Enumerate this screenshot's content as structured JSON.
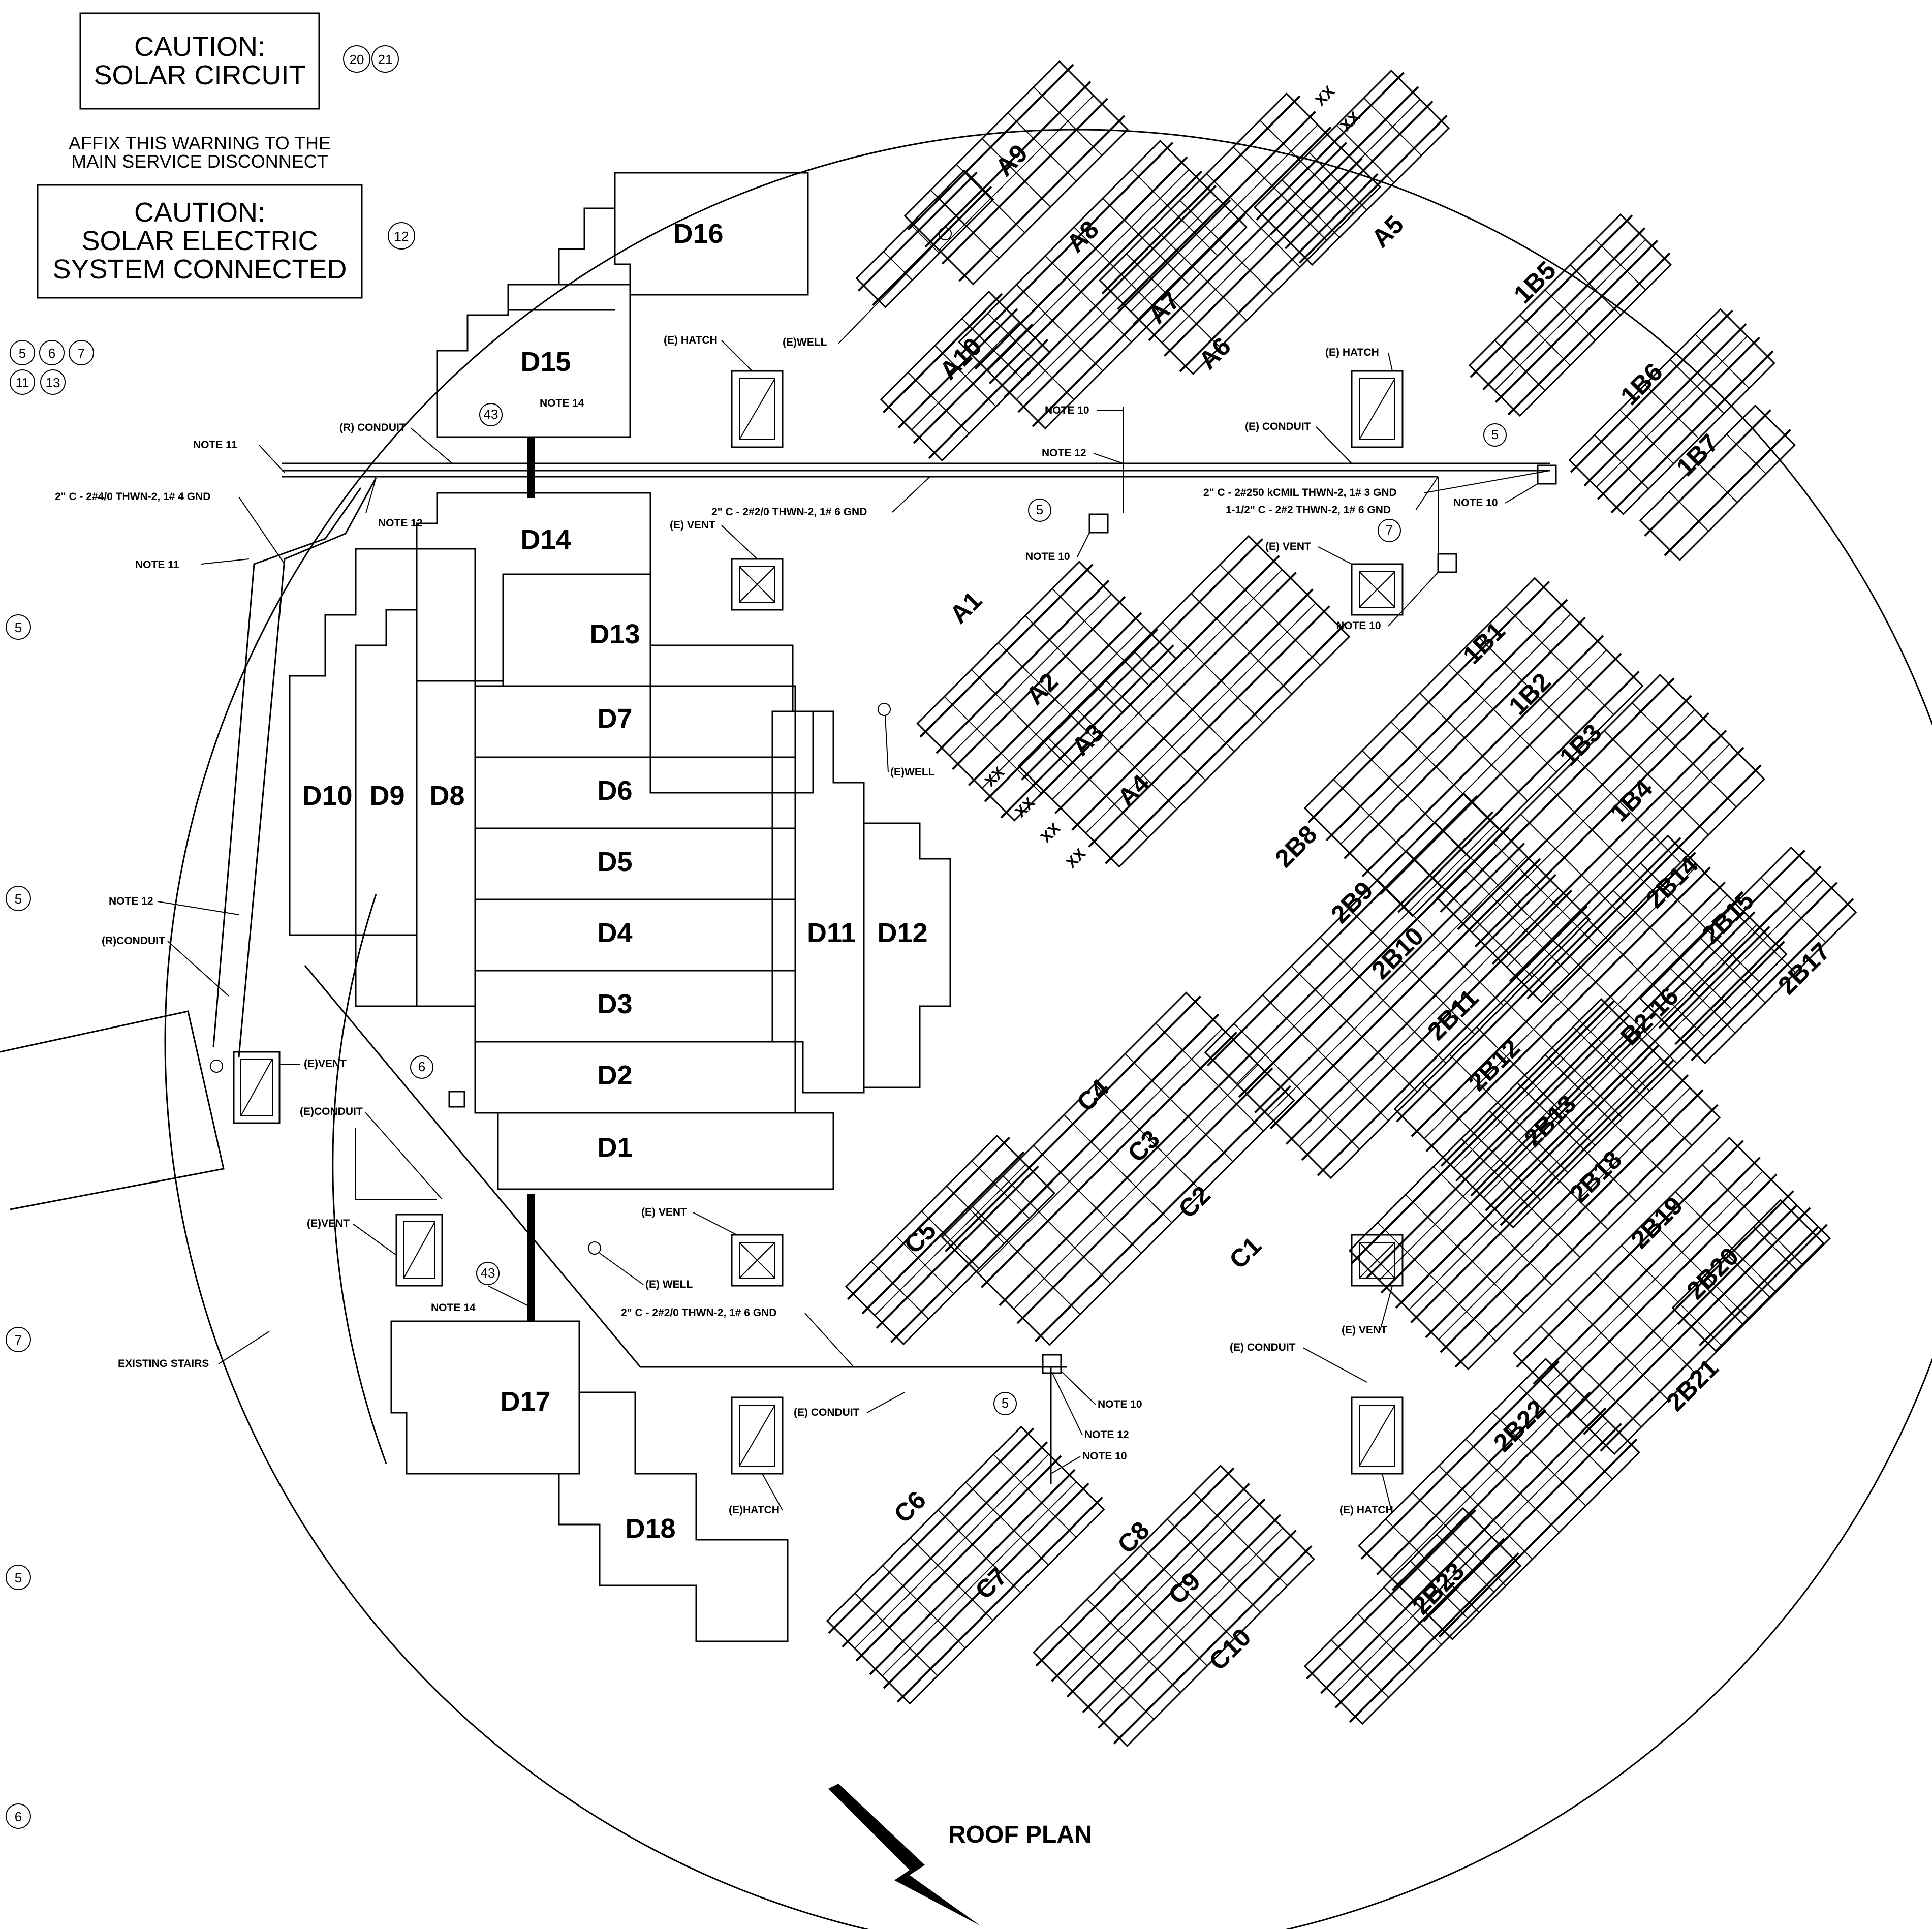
{
  "caution_top": {
    "line1": "CAUTION:",
    "line2": "SOLAR CIRCUIT",
    "bubbles": [
      "20",
      "21"
    ]
  },
  "affix_note": {
    "line1": "AFFIX THIS WARNING TO THE",
    "line2": "MAIN SERVICE DISCONNECT"
  },
  "caution_main": {
    "line1": "CAUTION:",
    "line2": "SOLAR ELECTRIC",
    "line3": "SYSTEM CONNECTED",
    "bubble": "12"
  },
  "side_bubbles": [
    "5",
    "6",
    "7",
    "11",
    "13"
  ],
  "margin_bubbles": [
    "5",
    "5",
    "7",
    "5",
    "6"
  ],
  "d_areas": [
    "D1",
    "D2",
    "D3",
    "D4",
    "D5",
    "D6",
    "D7",
    "D8",
    "D9",
    "D10",
    "D11",
    "D12",
    "D13",
    "D14",
    "D15",
    "D16",
    "D17",
    "D18"
  ],
  "array_labels": [
    "A1",
    "A2",
    "A3",
    "A4",
    "A5",
    "A6",
    "A7",
    "A8",
    "A9",
    "A10",
    "C1",
    "C2",
    "C3",
    "C4",
    "C5",
    "C6",
    "C7",
    "C8",
    "C9",
    "C10",
    "1B1",
    "1B2",
    "1B3",
    "1B4",
    "1B5",
    "1B6",
    "1B7",
    "2B8",
    "2B9",
    "2B10",
    "2B11",
    "2B12",
    "2B13",
    "2B14",
    "2B15",
    "B2-16",
    "2B17",
    "2B18",
    "2B19",
    "2B20",
    "2B21",
    "2B22",
    "2B23"
  ],
  "xx_marks": [
    "XX",
    "XX",
    "XX",
    "XX",
    "XX",
    "XX"
  ],
  "callouts": {
    "r_conduit_top": "(R) CONDUIT",
    "note14_top": "NOTE 14",
    "bubble43": "43",
    "note11a": "NOTE 11",
    "wire_4_0": "2\" C - 2#4/0 THWN-2, 1# 4 GND",
    "note12_left": "NOTE 12",
    "note11b": "NOTE 11",
    "hatch1": "(E) HATCH",
    "well1": "(E)WELL",
    "note10a": "NOTE 10",
    "note12a": "NOTE 12",
    "hatch2": "(E) HATCH",
    "conduit1": "(E) CONDUIT",
    "wire_2_0_top": "2\" C - 2#2/0 THWN-2, 1# 6 GND",
    "vent1": "(E) VENT",
    "wire_250": "2\" C - 2#250 kCMIL THWN-2, 1# 3 GND",
    "wire_2": "1-1/2\" C - 2#2 THWN-2, 1# 6 GND",
    "note10b": "NOTE 10",
    "note10c": "NOTE 10",
    "vent2": "(E) VENT",
    "note10d": "NOTE 10",
    "well2": "(E)WELL",
    "note12b": "NOTE 12",
    "r_conduit_left": "(R)CONDUIT",
    "vent3": "(E)VENT",
    "conduit2": "(E)CONDUIT",
    "vent4": "(E)VENT",
    "vent5": "(E) VENT",
    "well3": "(E) WELL",
    "note14_bot": "NOTE 14",
    "wire_2_0_bot": "2\" C - 2#2/0 THWN-2, 1# 6 GND",
    "stairs": "EXISTING STAIRS",
    "vent6": "(E) VENT",
    "conduit3": "(E) CONDUIT",
    "conduit4": "(E) CONDUIT",
    "note10e": "NOTE 10",
    "note12c": "NOTE 12",
    "note10f": "NOTE 10",
    "hatch3": "(E)HATCH",
    "hatch4": "(E) HATCH",
    "b5a": "5",
    "b5b": "5",
    "b5c": "5",
    "b7": "7",
    "b6": "6"
  },
  "title": "ROOF PLAN"
}
